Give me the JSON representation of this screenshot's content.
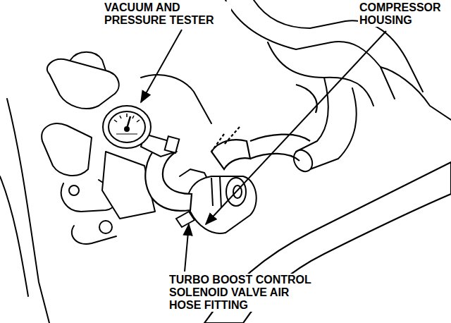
{
  "diagram": {
    "labels": [
      "VACUUM AND PRESSURE TESTER",
      "COMPRESSOR HOUSING",
      "TURBO BOOST CONTROL SOLENOID VALVE AIR HOSE FITTING"
    ]
  }
}
